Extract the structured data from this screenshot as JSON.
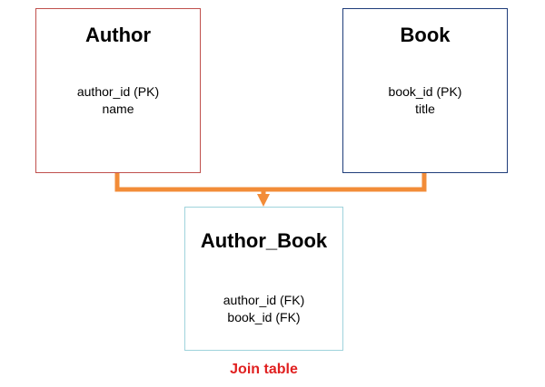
{
  "entities": {
    "author": {
      "title": "Author",
      "fields": [
        "author_id (PK)",
        "name"
      ]
    },
    "book": {
      "title": "Book",
      "fields": [
        "book_id (PK)",
        "title"
      ]
    },
    "author_book": {
      "title": "Author_Book",
      "fields": [
        "author_id (FK)",
        "book_id (FK)"
      ]
    }
  },
  "caption": "Join table",
  "colors": {
    "connector": "#f28c38",
    "author_border": "#c0504d",
    "book_border": "#1f3d7a",
    "join_border": "#9fd3dc",
    "caption": "#e02020"
  }
}
